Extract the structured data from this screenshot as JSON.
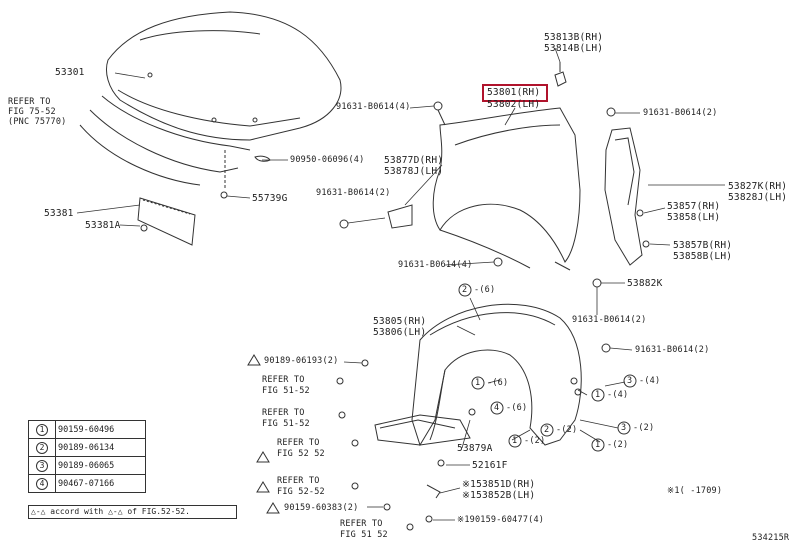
{
  "labels": {
    "p53301": "53301",
    "refer1_a": "REFER TO",
    "refer1_b": "FIG 75-52",
    "refer1_c": "(PNC 75770)",
    "p90950": "90950-06096(4)",
    "p55739": "55739G",
    "p53381": "53381",
    "p53381a": "53381A",
    "p53813b": "53813B(RH)",
    "p53814b": "53814B(LH)",
    "p91631_left": "91631-B0614(4)",
    "p53801": "53801(RH)",
    "p53802": "53802(LH)",
    "p91631_right": "91631-B0614(2)",
    "p53877d": "53877D(RH)",
    "p53878j": "53878J(LH)",
    "p91631_mid": "91631-B0614(2)",
    "p53827k": "53827K(RH)",
    "p53828j": "53828J(LH)",
    "p53857": "53857(RH)",
    "p53858": "53858(LH)",
    "p53857b": "53857B(RH)",
    "p53858b": "53858B(LH)",
    "p91631_low": "91631-B0614(4)",
    "p53882k": "53882K",
    "p91631_r2": "91631-B0614(2)",
    "p91631_r3": "91631-B0614(2)",
    "c2a": "-(6)",
    "p53805": "53805(RH)",
    "p53806": "53806(LH)",
    "p90189_06193": "90189-06193(2)",
    "refer2_a": "REFER TO",
    "refer2_b": "FIG 51-52",
    "refer3_a": "REFER TO",
    "refer3_b": "FIG 51-52",
    "refer4_a": "REFER TO",
    "refer4_b": "FIG 52 52",
    "refer5_a": "REFER TO",
    "refer5_b": "FIG 52-52",
    "c1a": "-(6)",
    "c4a": "-(6)",
    "c3a": "-(4)",
    "c1b": "-(4)",
    "p53879a": "53879A",
    "c1c": "-(2)",
    "c2b": "-(2)",
    "c3b": "-(2)",
    "c1d": "-(2)",
    "p52161f": "52161F",
    "p153851d": "※153851D(RH)",
    "p153852b": "※153852B(LH)",
    "p90159_60383": "90159-60383(2)",
    "refer6_a": "REFER TO",
    "refer6_b": "FIG 51 52",
    "p190159_60477": "※190159-60477(4)",
    "date_note": "※1(    -1709)",
    "fig_code": "534215R"
  },
  "legend": [
    {
      "num": "1",
      "part": "90159-60496"
    },
    {
      "num": "2",
      "part": "90189-06134"
    },
    {
      "num": "3",
      "part": "90189-06065"
    },
    {
      "num": "4",
      "part": "90467-07166"
    }
  ],
  "note": "△-△ accord with △-△ of FIG.52-52."
}
